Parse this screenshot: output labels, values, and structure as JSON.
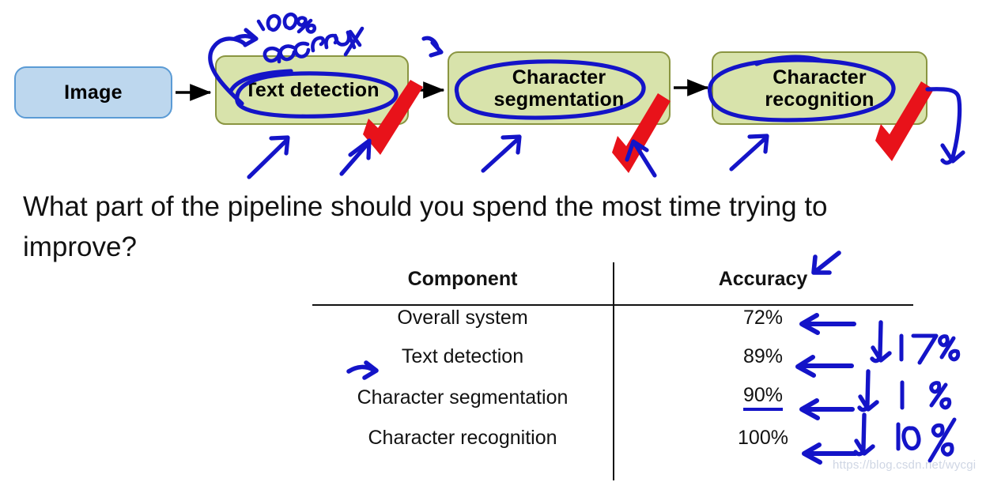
{
  "slide": {
    "question": "What part of the pipeline should you spend the most time trying to improve?",
    "watermark": "https://blog.csdn.net/wycgi"
  },
  "pipeline": {
    "input_label": "Image",
    "stages": [
      {
        "label": "Text detection"
      },
      {
        "label_line1": "Character",
        "label_line2": "segmentation"
      },
      {
        "label_line1": "Character",
        "label_line2": "recognition"
      }
    ],
    "colors": {
      "input_fill": "#bdd7ee",
      "input_border": "#5b9bd5",
      "stage_fill": "#d8e3ab",
      "stage_border": "#8a9541",
      "arrow": "#000000"
    }
  },
  "table": {
    "headers": [
      "Component",
      "Accuracy"
    ],
    "rows": [
      {
        "component": "Overall system",
        "accuracy": "72%",
        "underlined": false
      },
      {
        "component": "Text detection",
        "accuracy": "89%",
        "underlined": false
      },
      {
        "component": "Character segmentation",
        "accuracy": "90%",
        "underlined": true
      },
      {
        "component": "Character recognition",
        "accuracy": "100%",
        "underlined": false
      }
    ]
  },
  "annotations": {
    "ink_color": "#1414c8",
    "check_color": "#e8121a",
    "note_accuracy": "100 % accuracy",
    "deltas": [
      "17%",
      "1%",
      "10%"
    ],
    "marks": [
      "circle-text-detection",
      "circle-character-segmentation",
      "circle-character-recognition",
      "check-text-detection",
      "check-character-segmentation",
      "check-character-recognition",
      "underline-90-percent",
      "arrow-to-text-detection-row",
      "arrow-to-accuracy-header"
    ]
  },
  "chart_data": {
    "type": "table",
    "title": "Component accuracies in an OCR pipeline",
    "columns": [
      "Component",
      "Accuracy"
    ],
    "categories": [
      "Overall system",
      "Text detection",
      "Character segmentation",
      "Character recognition"
    ],
    "values": [
      72,
      89,
      90,
      100
    ],
    "unit": "%",
    "annotations": {
      "gains": [
        {
          "from": "Overall system",
          "to": "Text detection",
          "delta": 17,
          "unit": "%"
        },
        {
          "from": "Text detection",
          "to": "Character segmentation",
          "delta": 1,
          "unit": "%"
        },
        {
          "from": "Character segmentation",
          "to": "Character recognition",
          "delta": 10,
          "unit": "%"
        }
      ],
      "highlighted_row": "Character segmentation"
    }
  }
}
